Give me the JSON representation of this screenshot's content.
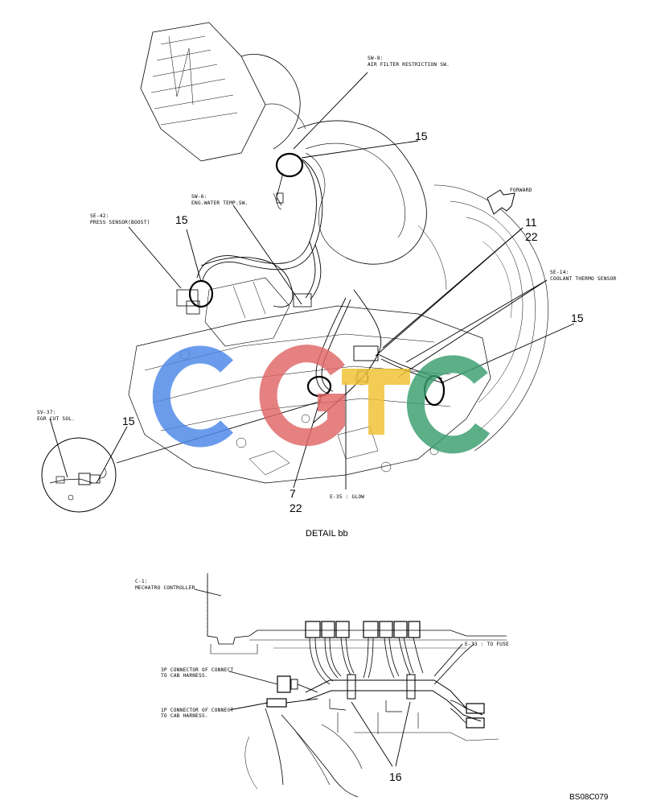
{
  "detail_caption": "DETAIL bb",
  "drawing_code": "BS08C079",
  "top_labels": {
    "sw8_code": "SW-8:",
    "sw8_desc": "AIR FILTER RESTRICTION SW.",
    "sw6_code": "SW-6:",
    "sw6_desc": "ENG.WATER TEMP.SW.",
    "se42_code": "SE-42:",
    "se42_desc": "PRESS SENSOR(BOOST)",
    "se14_code": "SE-14:",
    "se14_desc": "COOLANT THERMO SENSOR",
    "forward": "FORWARD",
    "sv37_code": "SV-37:",
    "sv37_desc": "EGR CUT SOL.",
    "e35": "E-35 : GLOW"
  },
  "callouts": {
    "c15_top": "15",
    "c15_left": "15",
    "c15_right": "15",
    "c15_detail": "15",
    "c11": "11",
    "c22_top": "22",
    "c7": "7",
    "c22_bottom": "22",
    "c16": "16"
  },
  "bottom_labels": {
    "c1_code": "C-1:",
    "c1_desc": "MECHATRO CONTROLLER",
    "e33": "E-33 : TO FUSE",
    "p3_line1": "3P CONNECTOR OF CONNECT",
    "p3_line2": "TO CAB HARNESS.",
    "p1_line1": "1P CONNECTOR OF CONNECT",
    "p1_line2": "TO CAB HARNESS."
  },
  "watermark": {
    "letters": [
      "C",
      "G",
      "T",
      "C"
    ],
    "colors": [
      "#4a86e8",
      "#e06666",
      "#f1c232",
      "#3a9e6e"
    ]
  }
}
